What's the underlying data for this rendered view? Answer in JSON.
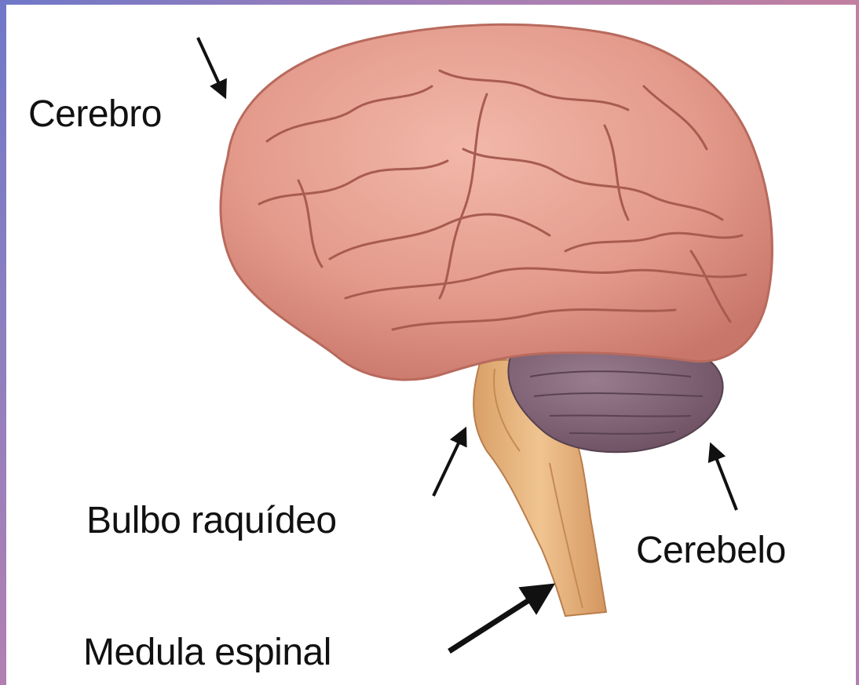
{
  "labels": {
    "cerebro": "Cerebro",
    "bulbo": "Bulbo raquídeo",
    "cerebelo": "Cerebelo",
    "medula": "Medula espinal"
  },
  "colors": {
    "cerebrum": "#e59a8c",
    "cerebrum_shadow": "#c9766a",
    "cerebellum": "#7c5f72",
    "brainstem": "#e6b07a",
    "text": "#111111",
    "frame": "#8b7fc0"
  }
}
